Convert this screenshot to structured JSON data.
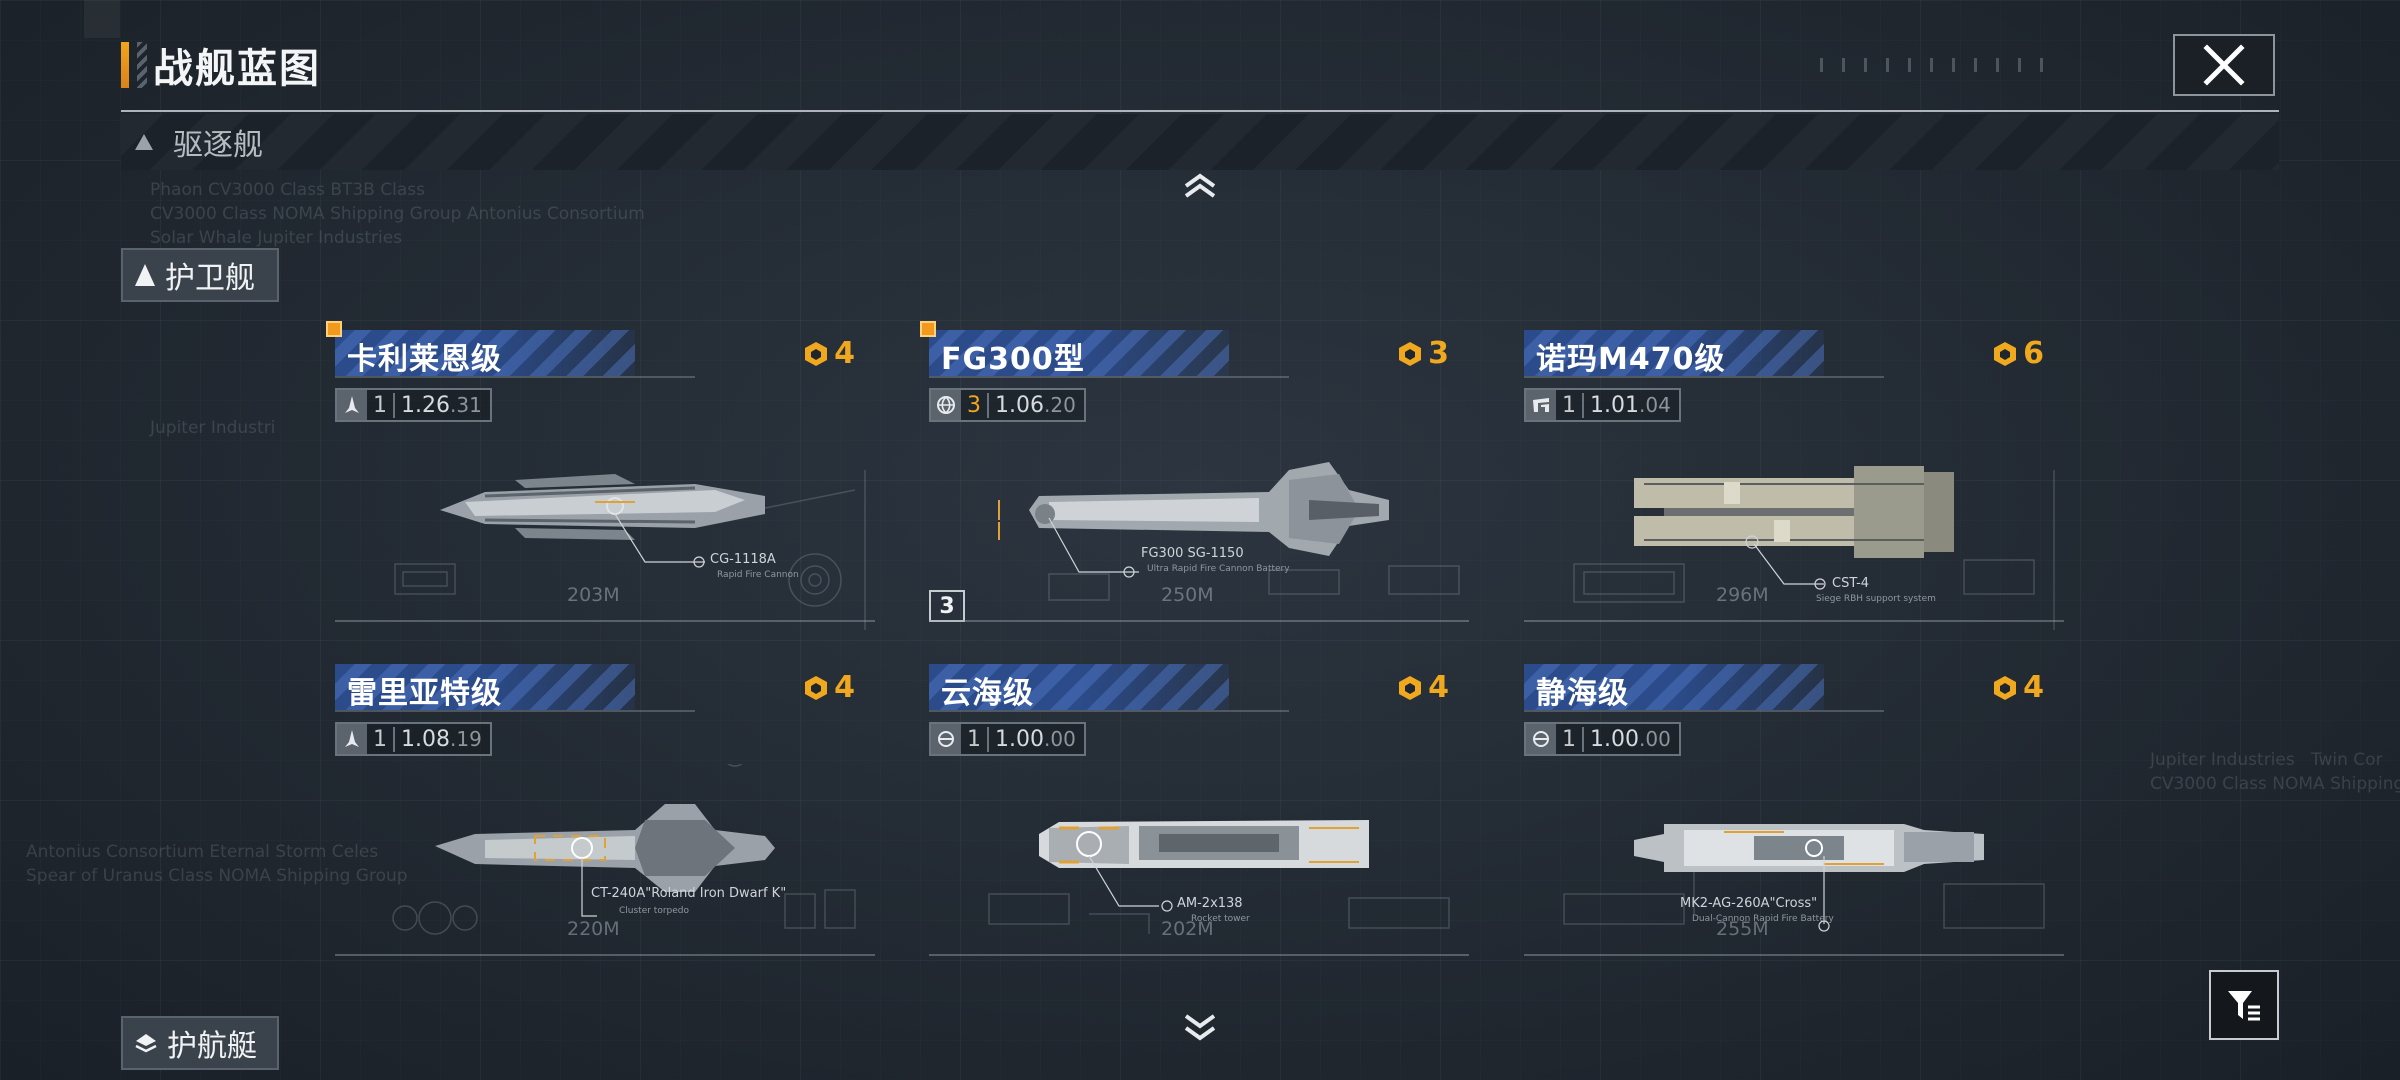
{
  "header": {
    "title": "战舰蓝图"
  },
  "categories": {
    "destroyer": "驱逐舰",
    "escort": "护卫舰",
    "corvette": "护航艇"
  },
  "cards": [
    {
      "name": "卡利莱恩级",
      "cost": "4",
      "level": "1",
      "ratio_main": "1.26",
      "ratio_dec": ".31",
      "length": "203M",
      "weapon": "CG-1118A",
      "weapon_sub": "Rapid Fire Cannon",
      "is_new": true,
      "icon": "rocket-icon"
    },
    {
      "name": "FG300型",
      "cost": "3",
      "level": "3",
      "ratio_main": "1.06",
      "ratio_dec": ".20",
      "length": "250M",
      "weapon": "FG300 SG-1150",
      "weapon_sub": "Ultra Rapid Fire Cannon Battery",
      "is_new": true,
      "count": "3",
      "icon": "globe-icon"
    },
    {
      "name": "诺玛M470级",
      "cost": "6",
      "level": "1",
      "ratio_main": "1.01",
      "ratio_dec": ".04",
      "length": "296M",
      "weapon": "CST-4",
      "weapon_sub": "Siege RBH support system",
      "is_new": false,
      "icon": "emblem-icon"
    },
    {
      "name": "雷里亚特级",
      "cost": "4",
      "level": "1",
      "ratio_main": "1.08",
      "ratio_dec": ".19",
      "length": "220M",
      "weapon": "CT-240A\"Roland Iron Dwarf K\"",
      "weapon_sub": "Cluster torpedo",
      "is_new": false,
      "icon": "rocket-icon"
    },
    {
      "name": "云海级",
      "cost": "4",
      "level": "1",
      "ratio_main": "1.00",
      "ratio_dec": ".00",
      "length": "202M",
      "weapon": "AM-2x138",
      "weapon_sub": "Rocket tower",
      "is_new": false,
      "icon": "cloud-icon"
    },
    {
      "name": "静海级",
      "cost": "4",
      "level": "1",
      "ratio_main": "1.00",
      "ratio_dec": ".00",
      "length": "255M",
      "weapon": "MK2-AG-260A\"Cross\"",
      "weapon_sub": "Dual-Cannon Rapid Fire Battery",
      "is_new": false,
      "icon": "cloud-icon"
    }
  ],
  "background_text": {
    "top_left": "Phaon CV3000 Class BT3B Class\nCV3000 Class NOMA Shipping Group Antonius Consortium\nSolar Whale Jupiter Industries",
    "mid_left": "Antonius Consortium Eternal Storm Celes\nSpear of Uranus Class NOMA Shipping Group",
    "mid_right": "Jupiter Industries   Twin Cor\nCV3000 Class NOMA Shipping",
    "left_small": "Jupiter Industri"
  },
  "colors": {
    "accent_gold": "#f0a81f",
    "banner_blue": "#2b4b8a",
    "new_orange": "#f39a1e"
  }
}
